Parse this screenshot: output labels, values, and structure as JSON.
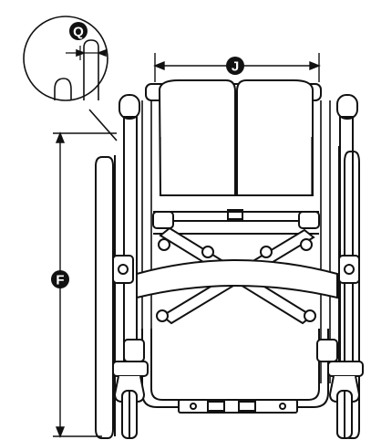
{
  "labels": {
    "seat_width": "J",
    "seat_height": "F",
    "frame_tube": "Q"
  },
  "colors": {
    "line": "#111111",
    "background": "#ffffff",
    "badge": "#111111"
  }
}
